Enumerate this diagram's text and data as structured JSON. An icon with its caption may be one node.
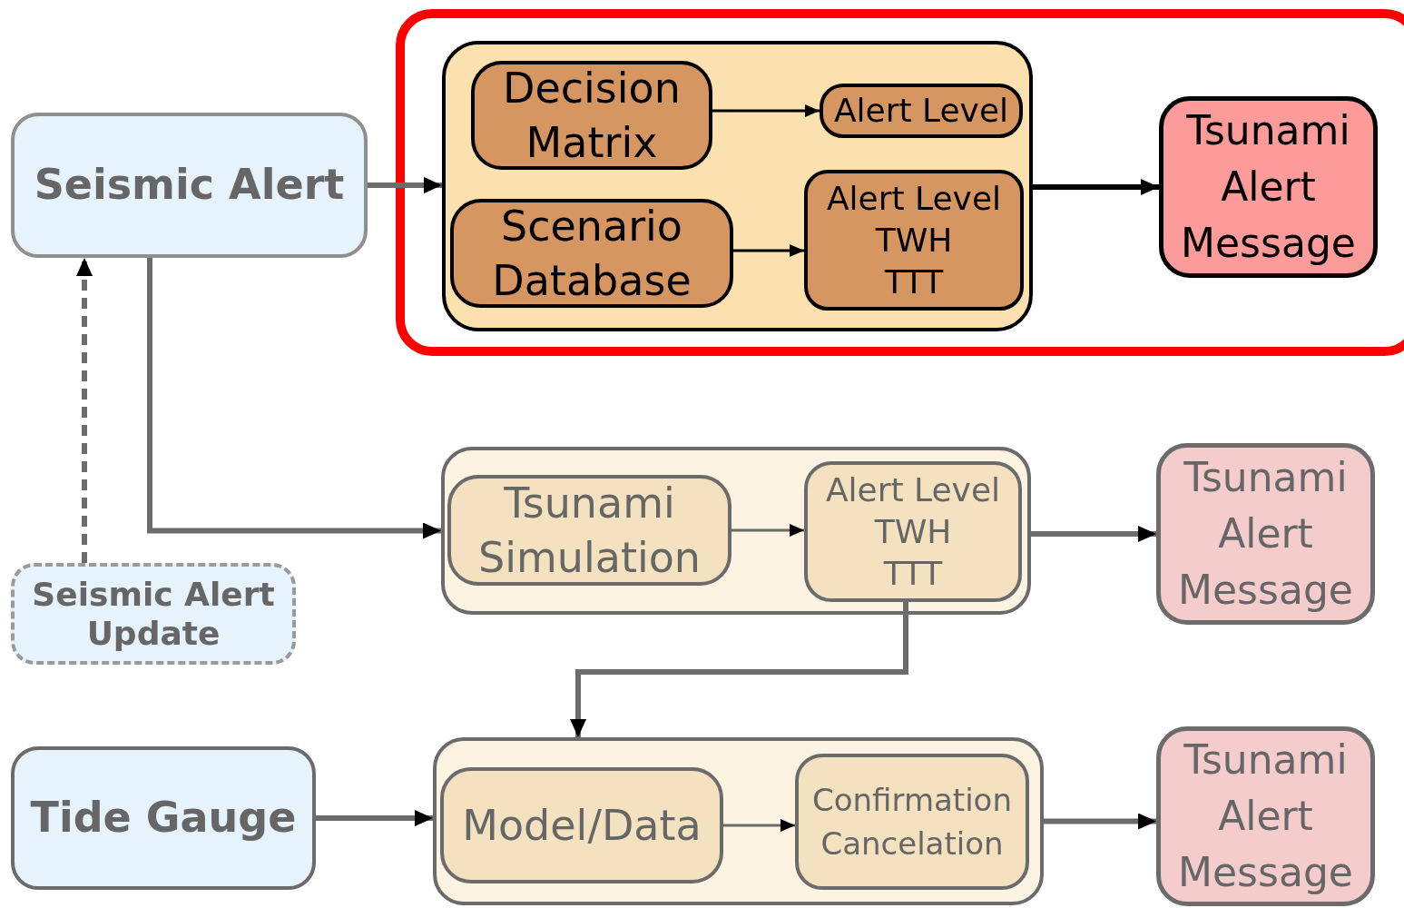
{
  "diagram": {
    "nodes": [
      {
        "text": [
          "Seismic Alert"
        ]
      },
      {
        "text": [],
        "shape": "box"
      },
      {
        "text": [],
        "shape": "box",
        "in": 1
      },
      {
        "text": [
          "Decision Matrix"
        ],
        "in": 2
      },
      {
        "text": [
          "Alert Level"
        ],
        "in": 2
      },
      {
        "text": [
          "Scenario Database"
        ],
        "in": 2
      },
      {
        "text": [
          "Alert Level",
          "TWH",
          "TTT"
        ],
        "in": 2
      },
      {
        "text": [
          "Tsunami Alert Message"
        ],
        "in": 1
      },
      {
        "text": [],
        "shape": "box"
      },
      {
        "text": [
          "Tsunami Simulation"
        ],
        "in": 8
      },
      {
        "text": [
          "Alert Level",
          "TWH",
          "TTT"
        ],
        "in": 8
      },
      {
        "text": [
          "Tsunami Alert Message"
        ]
      },
      {
        "text": [
          "Seismic Alert Update"
        ]
      },
      {
        "text": [
          "Tide Gauge"
        ]
      },
      {
        "text": [],
        "shape": "box"
      },
      {
        "text": [
          "Model/Data"
        ],
        "in": 14
      },
      {
        "text": [
          "Confirmation",
          "Cancelation"
        ],
        "in": 14
      },
      {
        "text": [
          "Tsunami Alert Message"
        ]
      }
    ],
    "edges": [
      {
        "from": 0,
        "to": 2,
        "arrow": "to"
      },
      {
        "from": 3,
        "to": 4,
        "arrow": "to",
        "color": "#000000"
      },
      {
        "from": 5,
        "to": 6,
        "arrow": "to",
        "color": "#000000"
      },
      {
        "from": 2,
        "to": 7,
        "arrow": "to",
        "color": "#000000"
      },
      {
        "from": 0,
        "to": 8,
        "arrow": "to"
      },
      {
        "from": 9,
        "to": 10,
        "arrow": "to"
      },
      {
        "from": 8,
        "to": 11,
        "arrow": "to"
      },
      {
        "from": 12,
        "to": 0,
        "arrow": "to",
        "style": "dashed"
      },
      {
        "from": 10,
        "to": 14,
        "arrow": "to"
      },
      {
        "from": 13,
        "to": 14,
        "arrow": "to"
      },
      {
        "from": 15,
        "to": 16,
        "arrow": "to"
      },
      {
        "from": 14,
        "to": 17,
        "arrow": "to"
      }
    ]
  }
}
